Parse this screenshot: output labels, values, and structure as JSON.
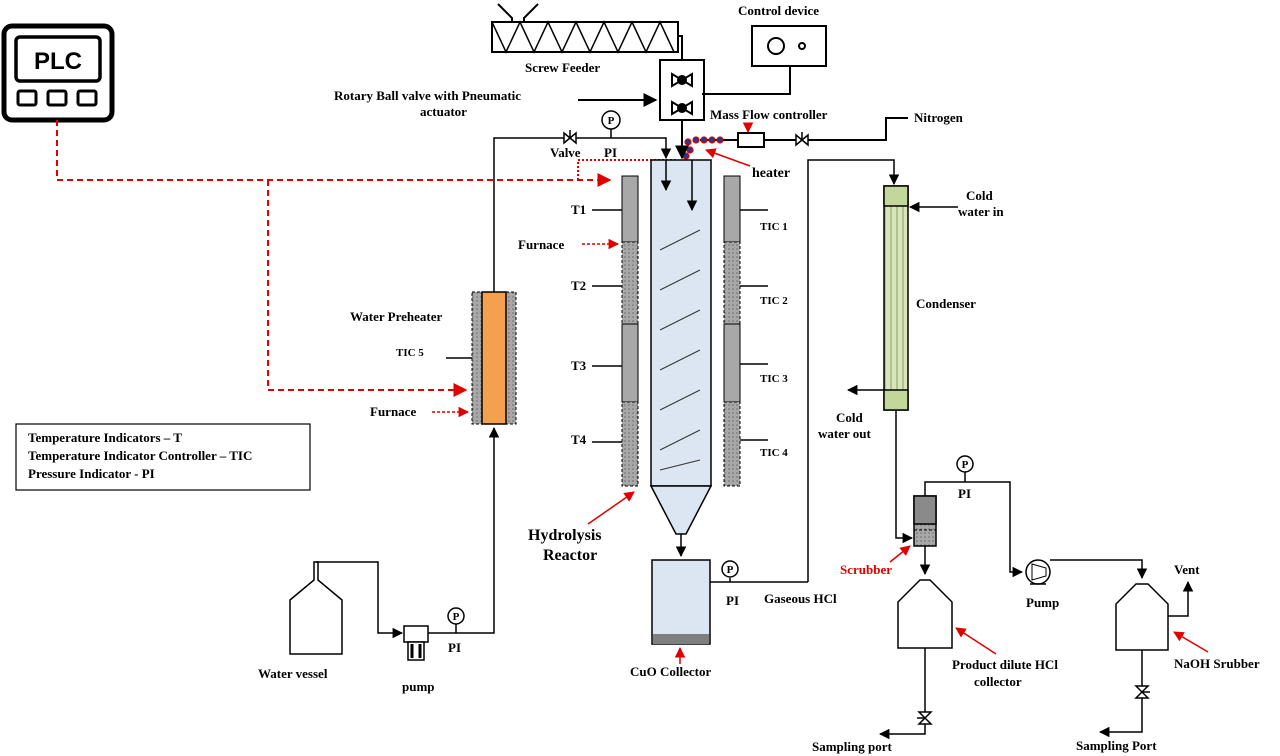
{
  "plc": {
    "label": "PLC"
  },
  "labels": {
    "screw_feeder": "Screw Feeder",
    "control_device": "Control device",
    "rotary_valve_1": "Rotary Ball valve with Pneumatic",
    "rotary_valve_2": "actuator",
    "mass_flow": "Mass Flow controller",
    "nitrogen": "Nitrogen",
    "valve": "Valve",
    "pi_top": "PI",
    "heater": "heater",
    "t1": "T1",
    "t2": "T2",
    "t3": "T3",
    "t4": "T4",
    "tic1": "TIC 1",
    "tic2": "TIC 2",
    "tic3": "TIC 3",
    "tic4": "TIC 4",
    "tic5": "TIC 5",
    "furnace_reactor": "Furnace",
    "furnace_preheater": "Furnace",
    "water_preheater": "Water Preheater",
    "hydrolysis_1": "Hydrolysis",
    "hydrolysis_2": "Reactor",
    "cuo_collector": "CuO Collector",
    "pi_cuo": "PI",
    "gaseous_hcl": "Gaseous HCl",
    "water_vessel": "Water vessel",
    "pump_water": "pump",
    "pi_pump": "PI",
    "cold_in_1": "Cold",
    "cold_in_2": "water in",
    "condenser": "Condenser",
    "cold_out_1": "Cold",
    "cold_out_2": "water out",
    "pi_scrubber": "PI",
    "scrubber": "Scrubber",
    "pump_right": "Pump",
    "vent": "Vent",
    "product_1": "Product dilute HCl",
    "product_2": "collector",
    "naoh": "NaOH Srubber",
    "sampling_port_1": "Sampling port",
    "sampling_port_2": "Sampling Port",
    "gauge_symbol": "P"
  },
  "legend": [
    "Temperature Indicators – T",
    "Temperature Indicator Controller – TIC",
    "Pressure Indicator - PI"
  ],
  "colors": {
    "control_line": "#e00000",
    "preheater_fill": "#f4a04f",
    "furnace_fill": "#a8a8a8",
    "reactor_fill": "#dce6f2",
    "condenser_fill": "#d8e4bc",
    "heater_coil": "#1f3b8f"
  }
}
